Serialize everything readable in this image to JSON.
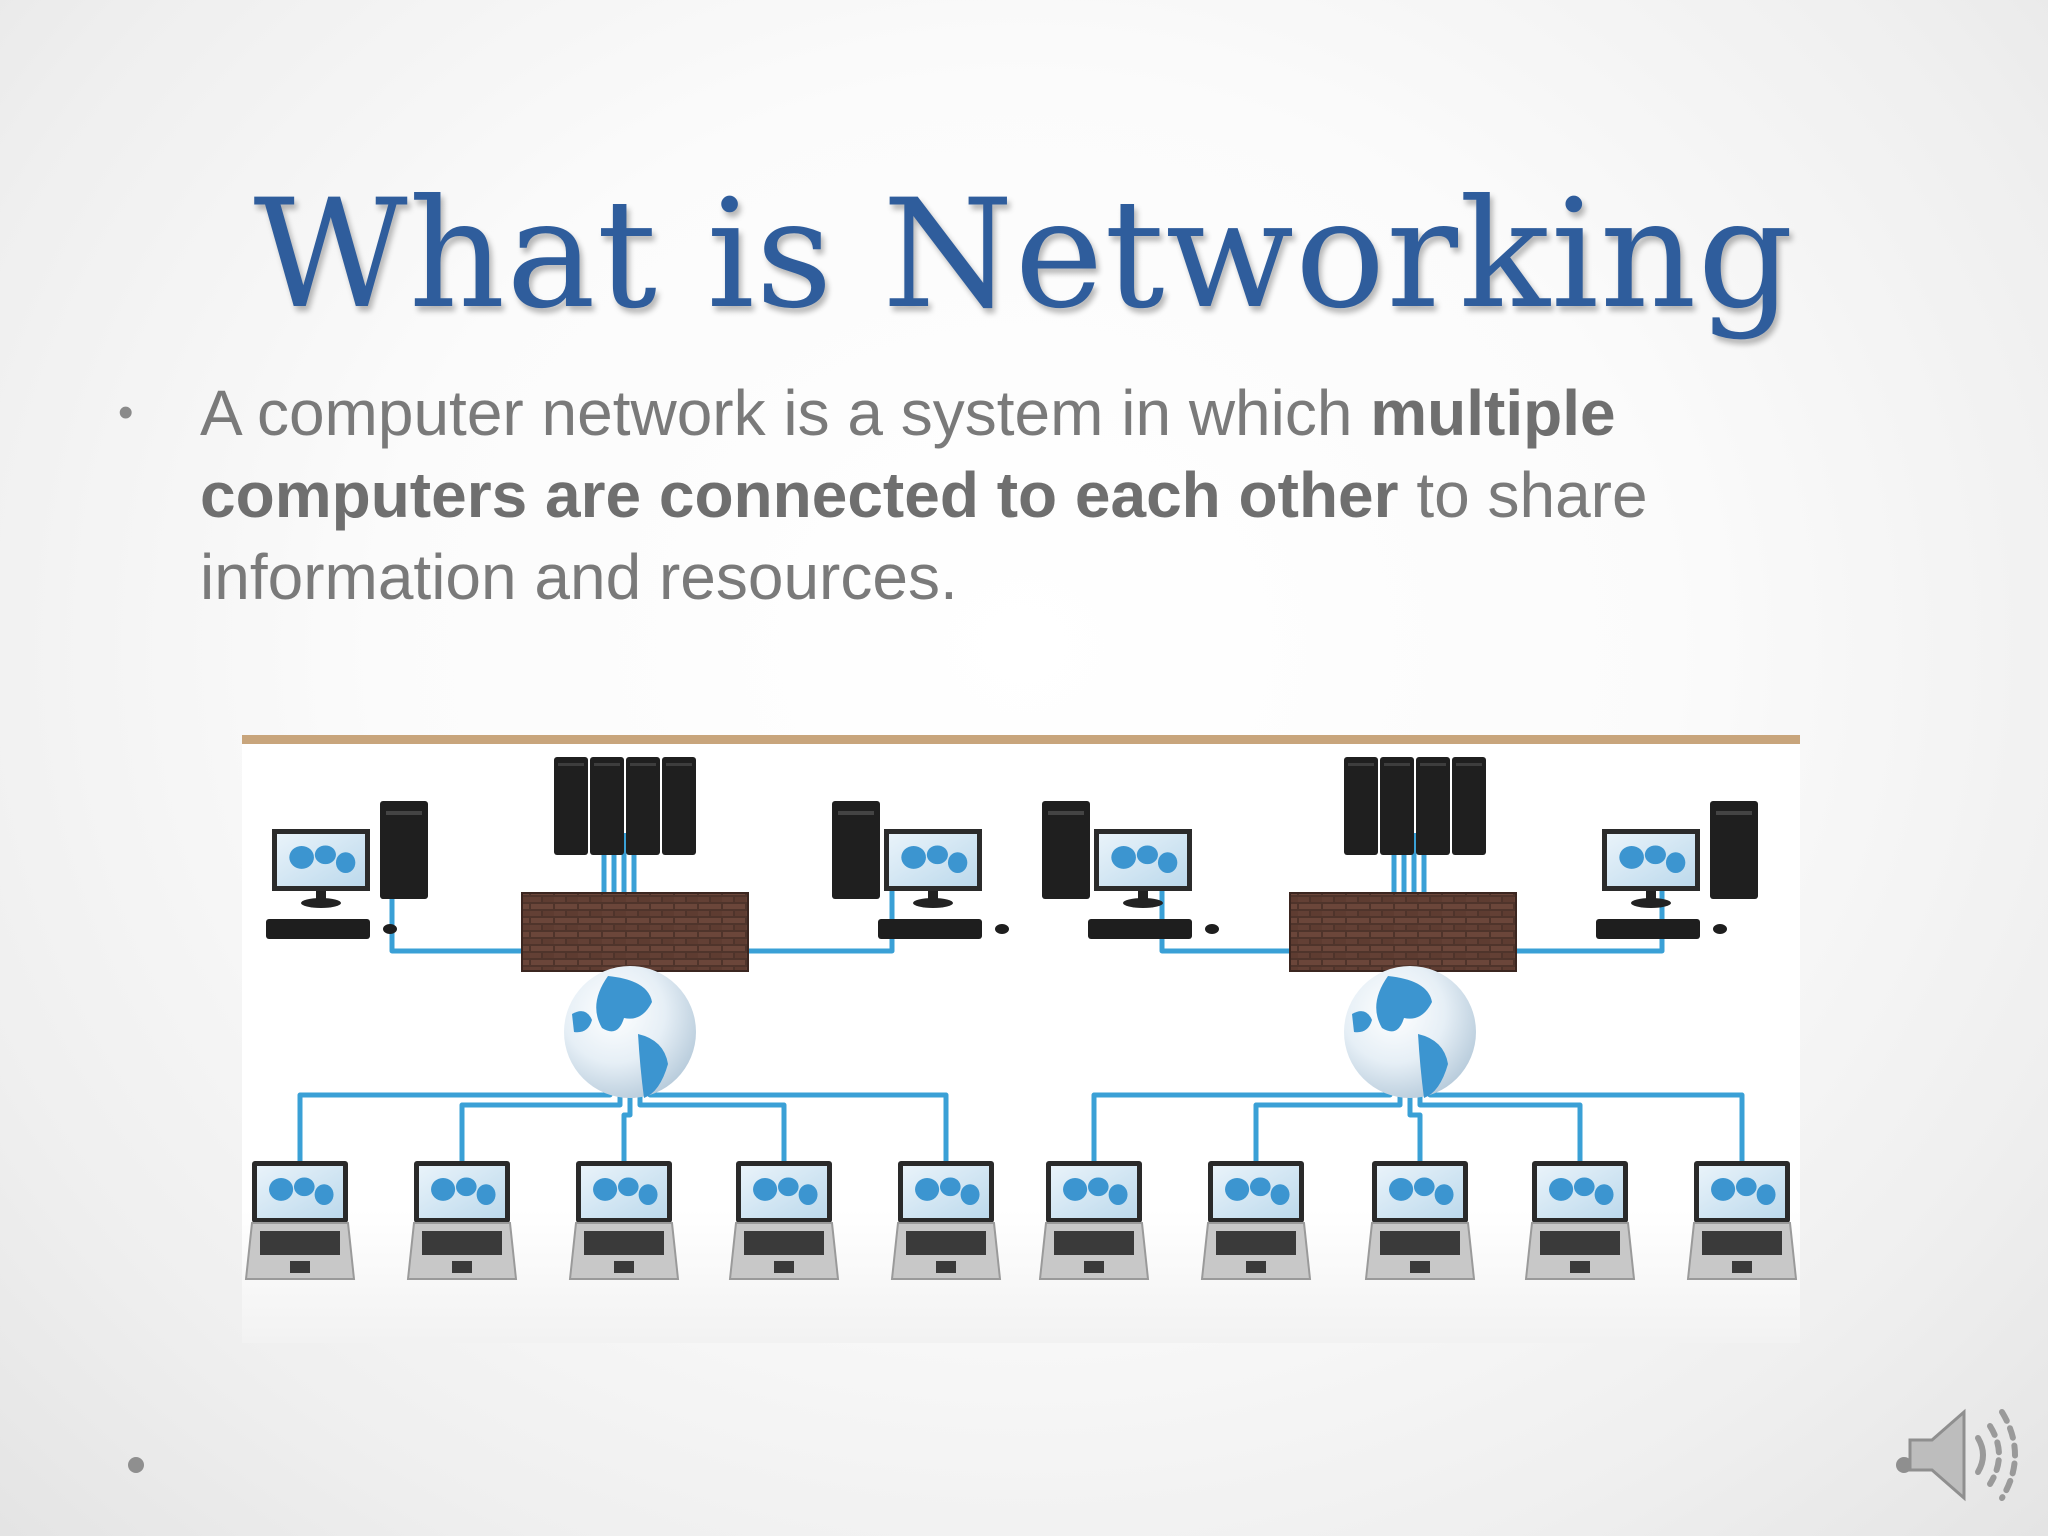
{
  "slide": {
    "title": "What is Networking",
    "bullet": {
      "marker": "•",
      "text_before": "A computer network is a system in which ",
      "text_bold": "multiple computers are connected to each other",
      "text_after": " to share information and resources."
    }
  },
  "illustration": {
    "subject": "computer network diagram",
    "groups": 2,
    "servers_per_group": 1,
    "desktops_per_group": 2,
    "laptops_per_group": 5,
    "colors": {
      "cable": "#3aa0d6",
      "globe": "#3c95d0",
      "server": "#1f1f1f",
      "firewall": "#5a3a30",
      "top_border": "#c8a57c"
    }
  },
  "icons": {
    "audio": "speaker-icon"
  }
}
